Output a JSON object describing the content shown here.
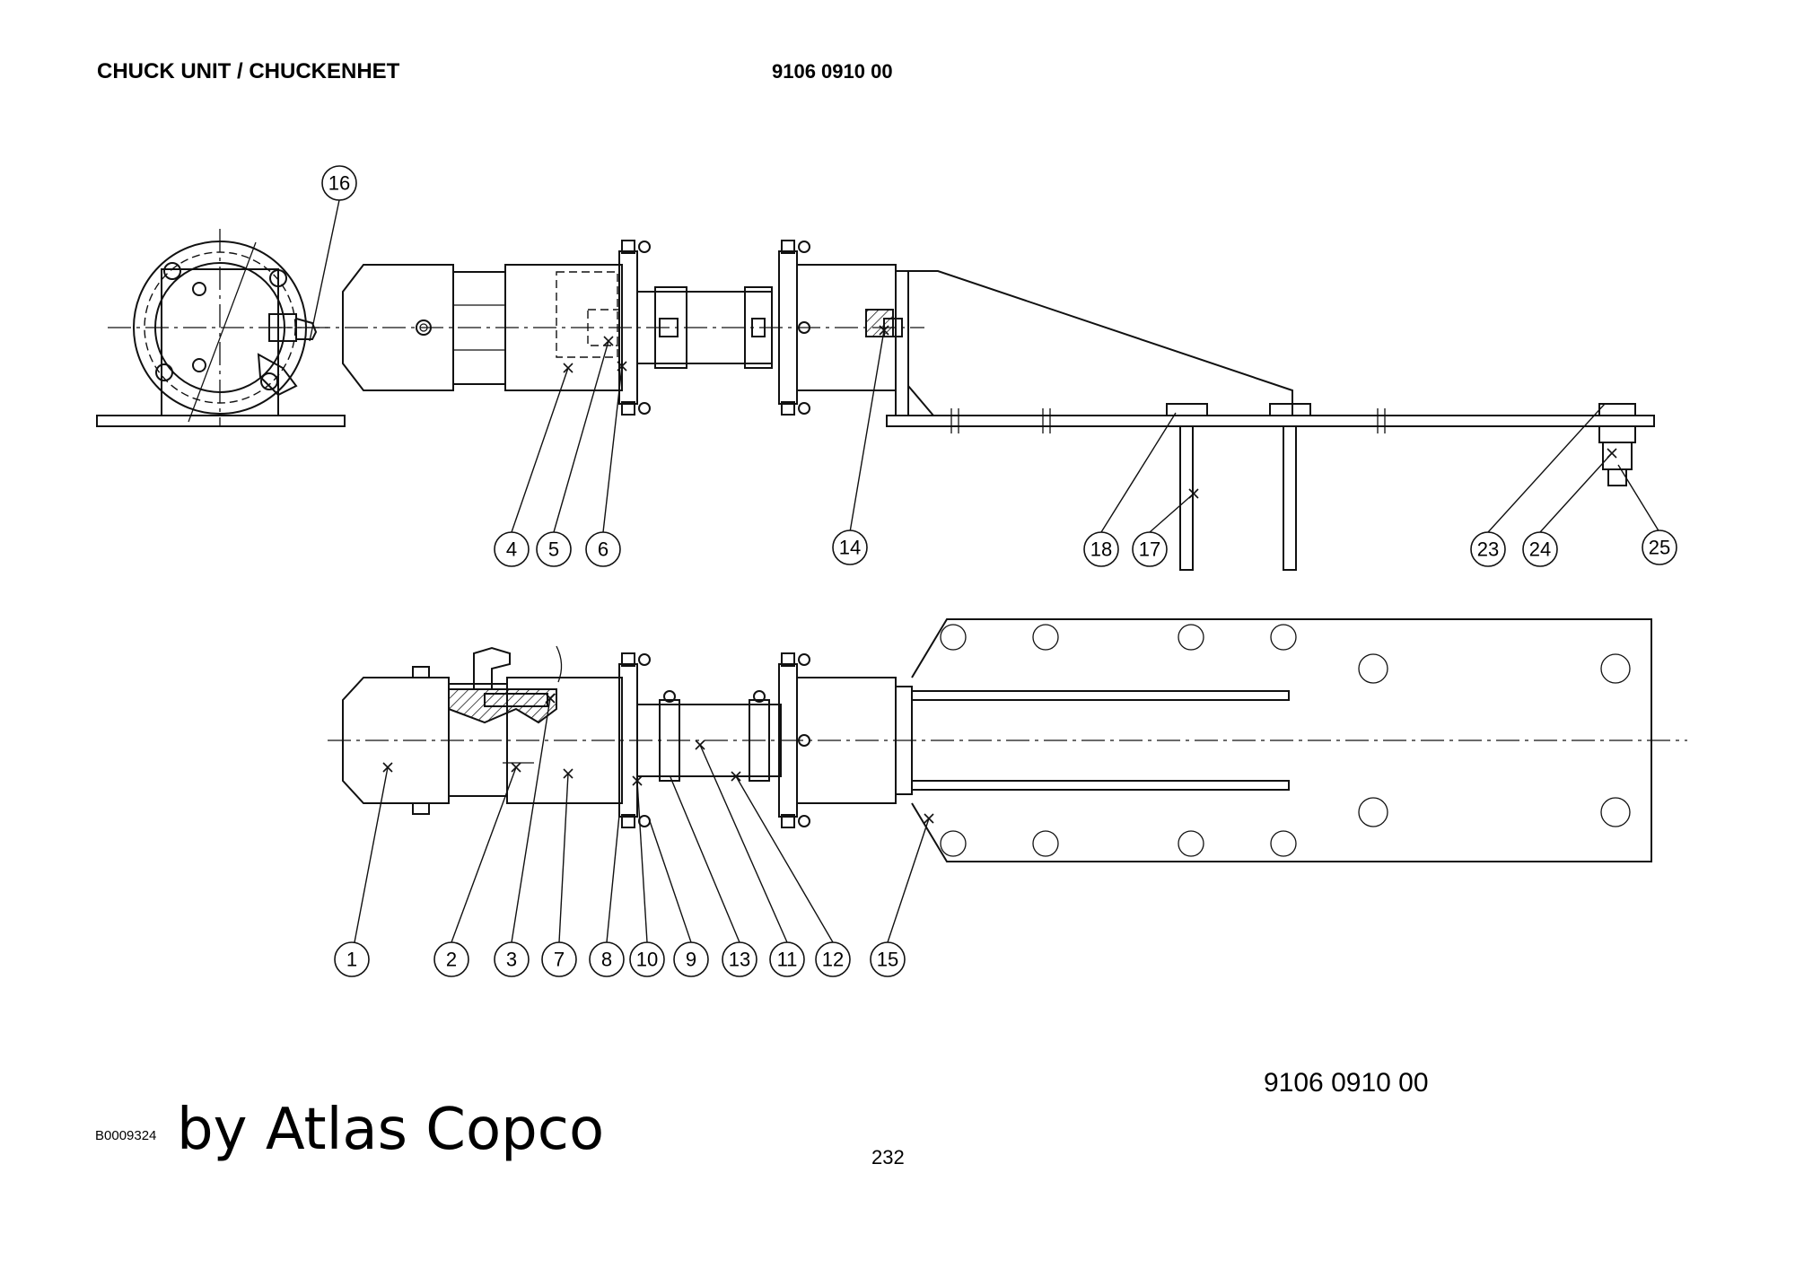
{
  "header": {
    "title": "CHUCK UNIT / CHUCKENHET",
    "part_number": "9106 0910 00"
  },
  "footer": {
    "part_number": "9106 0910 00",
    "drawing_code": "B0009324",
    "brand": "by Atlas Copco",
    "page_number": "232"
  },
  "balloons": [
    "1",
    "2",
    "3",
    "4",
    "5",
    "6",
    "7",
    "8",
    "9",
    "10",
    "11",
    "12",
    "13",
    "14",
    "15",
    "16",
    "17",
    "18",
    "23",
    "24",
    "25"
  ]
}
